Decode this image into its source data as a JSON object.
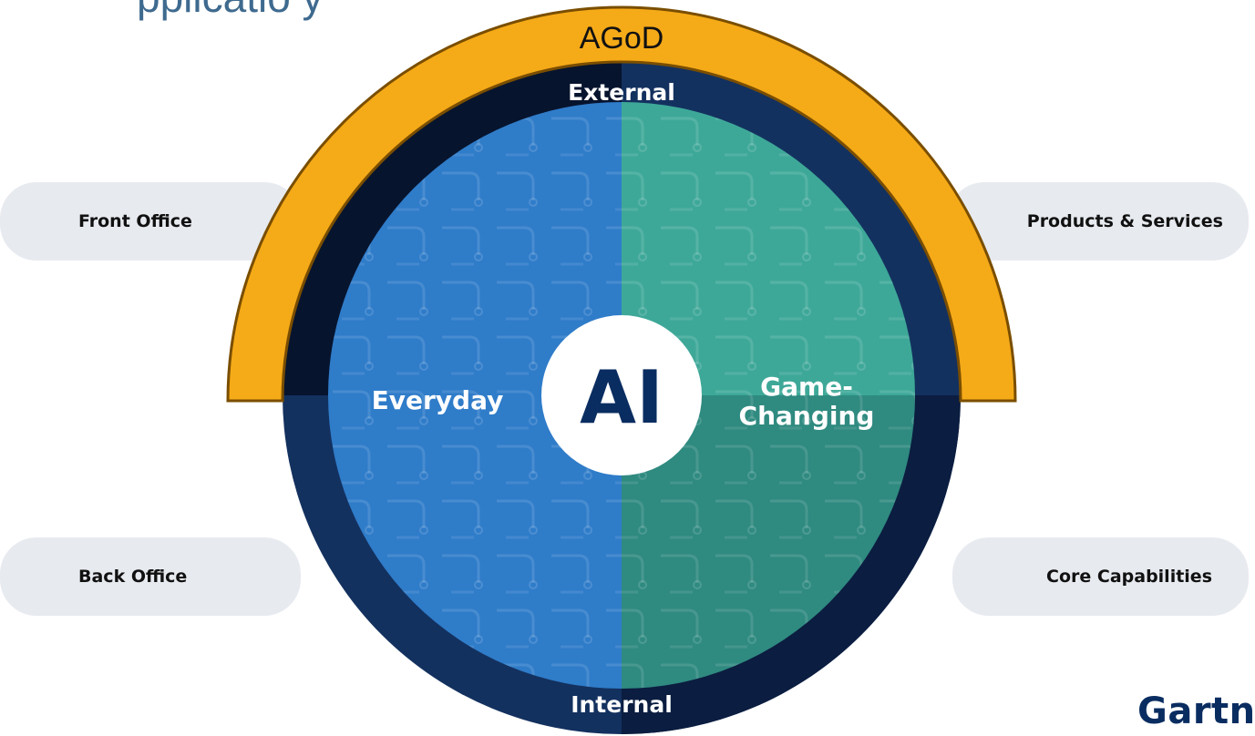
{
  "header": {
    "partial_title": "pplicatio y"
  },
  "arc_label": "AGoD",
  "ring": {
    "top_label": "External",
    "bottom_label": "Internal"
  },
  "center": {
    "label": "AI"
  },
  "quadrants": {
    "left_label": "Everyday",
    "right_label_line1": "Game-",
    "right_label_line2": "Changing"
  },
  "pills": {
    "front_office": "Front Office",
    "products_services": "Products & Services",
    "back_office": "Back Office",
    "core_capabilities": "Core Capabilities"
  },
  "brand": "Gartne",
  "colors": {
    "ring_navy": "#13315f",
    "ring_dark": "#07142e",
    "blue_quadrant": "#2f7cc9",
    "teal_quadrant": "#3ea898",
    "arc_orange": "#f5aa18",
    "brand_navy": "#0a2d61"
  }
}
